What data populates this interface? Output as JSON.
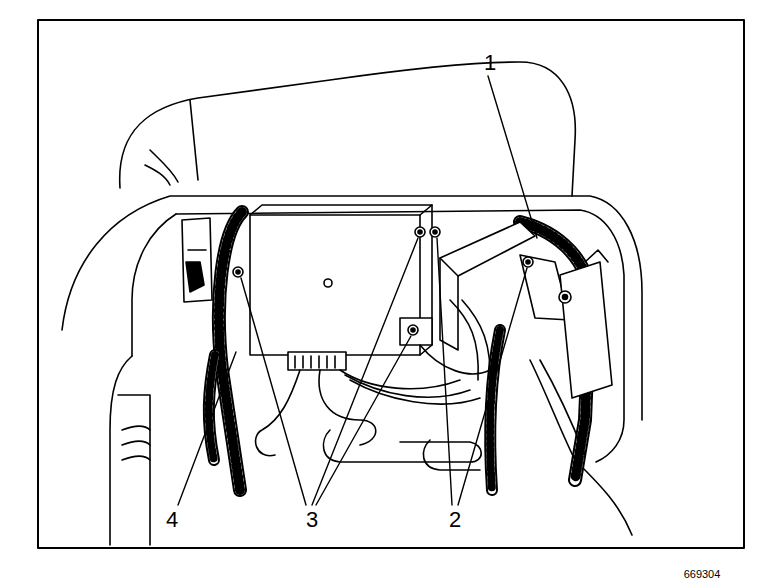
{
  "diagram": {
    "labels": [
      "1",
      "2",
      "3",
      "4",
      "669304"
    ]
  }
}
